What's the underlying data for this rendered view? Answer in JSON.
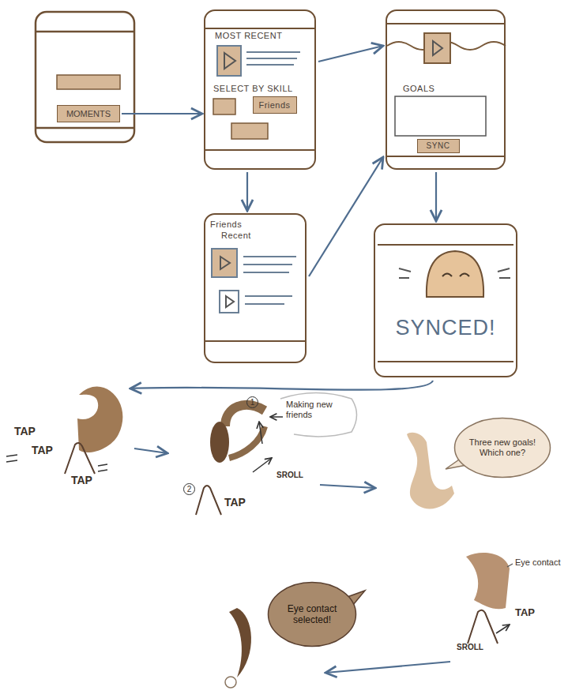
{
  "diagram": {
    "nodes": [
      {
        "text": [
          "MOMENTS"
        ]
      },
      {
        "text": [
          "MOST RECENT",
          "SELECT BY SKILL"
        ]
      },
      {
        "text": [
          "Friends"
        ],
        "in": 1
      },
      {
        "text": [
          "GOALS"
        ]
      },
      {
        "text": [
          "SYNC"
        ],
        "in": 3
      },
      {
        "text": [
          "Friends",
          "Recent"
        ]
      },
      {
        "text": [
          "SYNCED!"
        ]
      },
      {
        "text": [
          "Three new goals! Which one?"
        ]
      },
      {
        "text": [
          "Eye contact selected!"
        ]
      }
    ],
    "edges": [
      {
        "from": 0,
        "to": 1,
        "arrow": "to"
      },
      {
        "from": 1,
        "to": 3,
        "arrow": "to"
      },
      {
        "from": 1,
        "to": 5,
        "arrow": "to"
      },
      {
        "from": 5,
        "to": 3,
        "arrow": "to"
      },
      {
        "from": 3,
        "to": 6,
        "arrow": "to"
      }
    ],
    "labels": [
      "TAP",
      "TAP",
      "TAP",
      "1",
      "Making new friends",
      "2",
      "TAP",
      "SROLL",
      "Eye contact",
      "SROLL",
      "TAP"
    ]
  }
}
